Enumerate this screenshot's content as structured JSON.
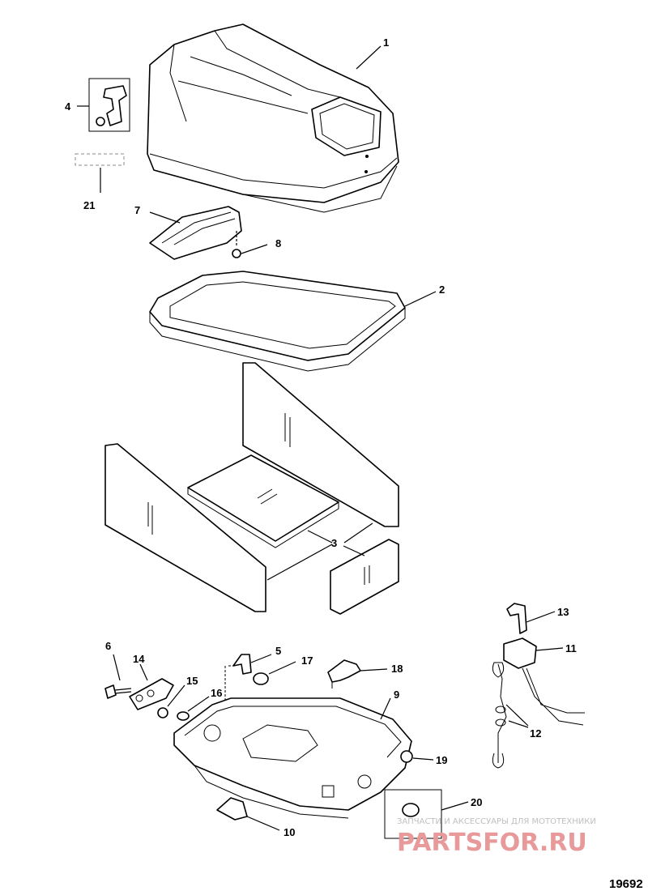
{
  "labels": {
    "p1": "1",
    "p2": "2",
    "p3": "3",
    "p4": "4",
    "p5": "5",
    "p6": "6",
    "p7": "7",
    "p8": "8",
    "p9": "9",
    "p10": "10",
    "p11": "11",
    "p12": "12",
    "p13": "13",
    "p14": "14",
    "p15": "15",
    "p16": "16",
    "p17": "17",
    "p18": "18",
    "p19": "19",
    "p20": "20",
    "p21": "21"
  },
  "watermark": {
    "tagline": "ЗАПЧАСТИ И АКСЕССУАРЫ ДЛЯ МОТОТЕХНИКИ",
    "logo": "PARTSFOR.RU",
    "color": "#e89a9a"
  },
  "reference_number": "19692"
}
